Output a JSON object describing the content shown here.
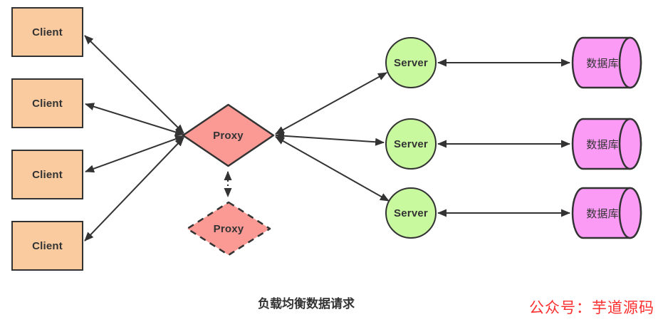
{
  "diagram": {
    "title": "负载均衡数据请求",
    "watermark": "公众号：芋道源码"
  },
  "nodes": {
    "clients": [
      {
        "id": "client-1",
        "label": "Client"
      },
      {
        "id": "client-2",
        "label": "Client"
      },
      {
        "id": "client-3",
        "label": "Client"
      },
      {
        "id": "client-4",
        "label": "Client"
      }
    ],
    "proxies": [
      {
        "id": "proxy-main",
        "label": "Proxy",
        "style": "solid"
      },
      {
        "id": "proxy-backup",
        "label": "Proxy",
        "style": "dashed"
      }
    ],
    "servers": [
      {
        "id": "server-1",
        "label": "Server"
      },
      {
        "id": "server-2",
        "label": "Server"
      },
      {
        "id": "server-3",
        "label": "Server"
      }
    ],
    "databases": [
      {
        "id": "database-1",
        "label": "数据库"
      },
      {
        "id": "database-2",
        "label": "数据库"
      },
      {
        "id": "database-3",
        "label": "数据库"
      }
    ]
  },
  "edges": [
    {
      "from": "client-1",
      "to": "proxy-main",
      "bidirectional": true,
      "style": "solid"
    },
    {
      "from": "client-2",
      "to": "proxy-main",
      "bidirectional": true,
      "style": "solid"
    },
    {
      "from": "client-3",
      "to": "proxy-main",
      "bidirectional": true,
      "style": "solid"
    },
    {
      "from": "client-4",
      "to": "proxy-main",
      "bidirectional": true,
      "style": "solid"
    },
    {
      "from": "proxy-main",
      "to": "proxy-backup",
      "bidirectional": true,
      "style": "dotted"
    },
    {
      "from": "proxy-main",
      "to": "server-1",
      "bidirectional": true,
      "style": "solid"
    },
    {
      "from": "proxy-main",
      "to": "server-2",
      "bidirectional": true,
      "style": "solid"
    },
    {
      "from": "proxy-main",
      "to": "server-3",
      "bidirectional": true,
      "style": "solid"
    },
    {
      "from": "server-1",
      "to": "database-1",
      "bidirectional": true,
      "style": "solid"
    },
    {
      "from": "server-2",
      "to": "database-2",
      "bidirectional": true,
      "style": "solid"
    },
    {
      "from": "server-3",
      "to": "database-3",
      "bidirectional": true,
      "style": "solid"
    }
  ],
  "colors": {
    "client_fill": "#F9CB9E",
    "proxy_fill": "#FB9A95",
    "server_fill": "#C9F99F",
    "database_fill": "#FB9BF6",
    "stroke": "#333333",
    "watermark_red": "#FB2F2F"
  }
}
